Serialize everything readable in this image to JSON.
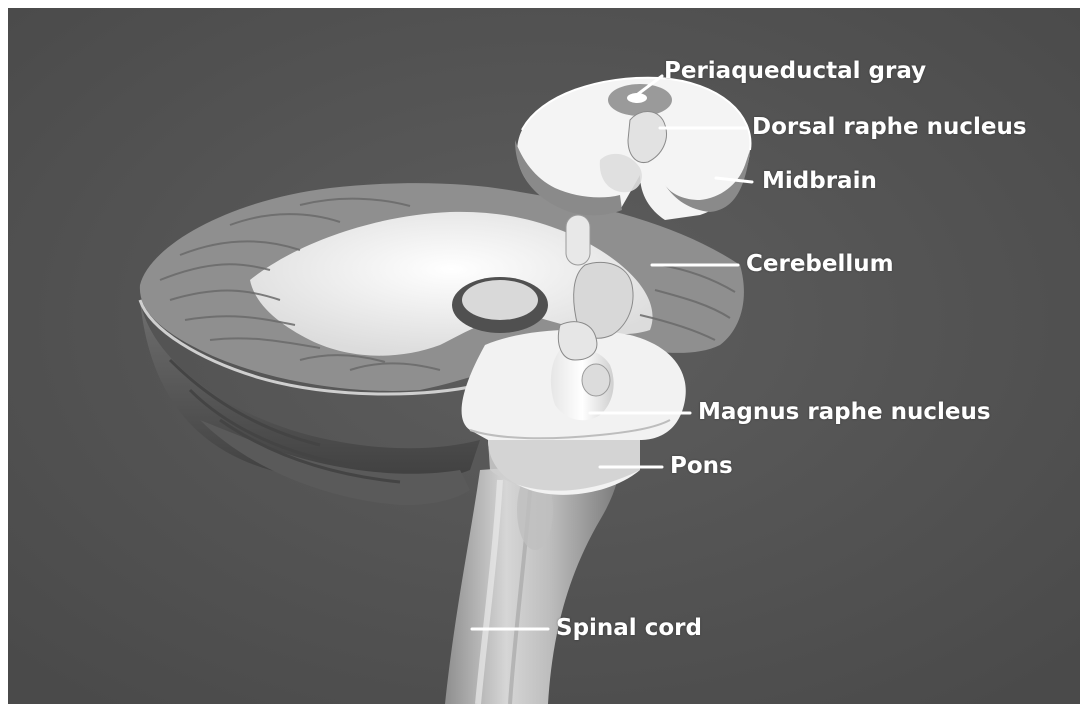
{
  "diagram": {
    "labels": {
      "periaqueductal_gray": "Periaqueductal gray",
      "dorsal_raphe_nucleus": "Dorsal raphe nucleus",
      "midbrain": "Midbrain",
      "cerebellum": "Cerebellum",
      "magnus_raphe_nucleus": "Magnus raphe nucleus",
      "pons": "Pons",
      "spinal_cord": "Spinal cord"
    }
  },
  "colors": {
    "background": "#555555",
    "tissue_white": "#f3f3f3",
    "folia_gray": "#9a9a9a",
    "leader_line": "#ffffff"
  }
}
